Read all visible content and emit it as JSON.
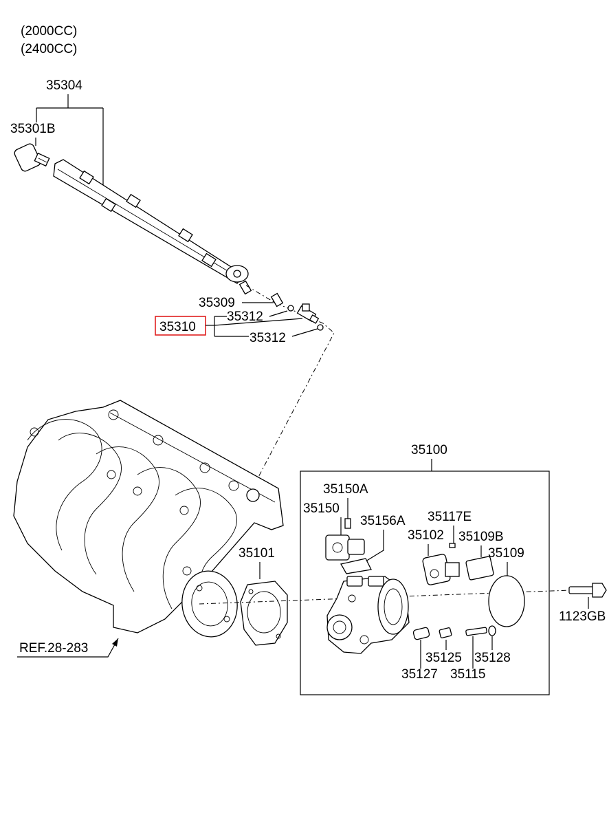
{
  "engine_variants": [
    "(2000CC)",
    "(2400CC)"
  ],
  "highlight_color": "#e02020",
  "labels": {
    "p35304": "35304",
    "p35301B": "35301B",
    "p35309": "35309",
    "p35310": "35310",
    "p35312_a": "35312",
    "p35312_b": "35312",
    "p35100": "35100",
    "p35150A": "35150A",
    "p35150": "35150",
    "p35156A": "35156A",
    "p35117E": "35117E",
    "p35102": "35102",
    "p35109B": "35109B",
    "p35109": "35109",
    "p35101": "35101",
    "p1123GB": "1123GB",
    "p35125": "35125",
    "p35128": "35128",
    "p35127": "35127",
    "p35115": "35115",
    "ref": "REF.28-283"
  }
}
